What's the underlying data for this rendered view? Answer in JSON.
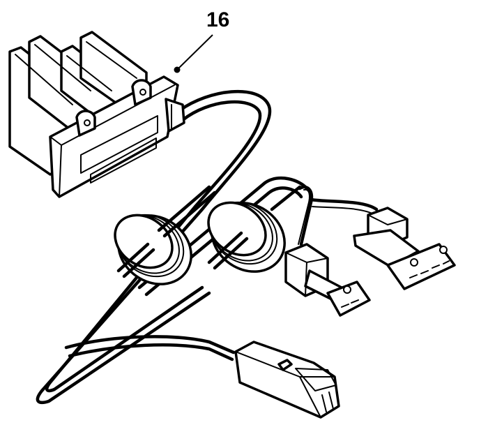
{
  "diagram": {
    "type": "exploded-parts-diagram",
    "background": "#ffffff",
    "line_color": "#000000",
    "callouts": [
      {
        "number": "16",
        "points_to": "blower-resistor-harness"
      }
    ],
    "components": [
      {
        "id": "resistor",
        "label": "Blower motor resistor with heat-sink fins"
      },
      {
        "id": "grommet-1",
        "label": "Rubber grommet (left)"
      },
      {
        "id": "grommet-2",
        "label": "Rubber grommet (right)"
      },
      {
        "id": "connector-2pin",
        "label": "Small connector"
      },
      {
        "id": "connector-4pin",
        "label": "Multi-pin connector"
      },
      {
        "id": "connector-bottom",
        "label": "Bottom connector"
      },
      {
        "id": "wire-loop",
        "label": "Wiring harness loop"
      }
    ]
  }
}
